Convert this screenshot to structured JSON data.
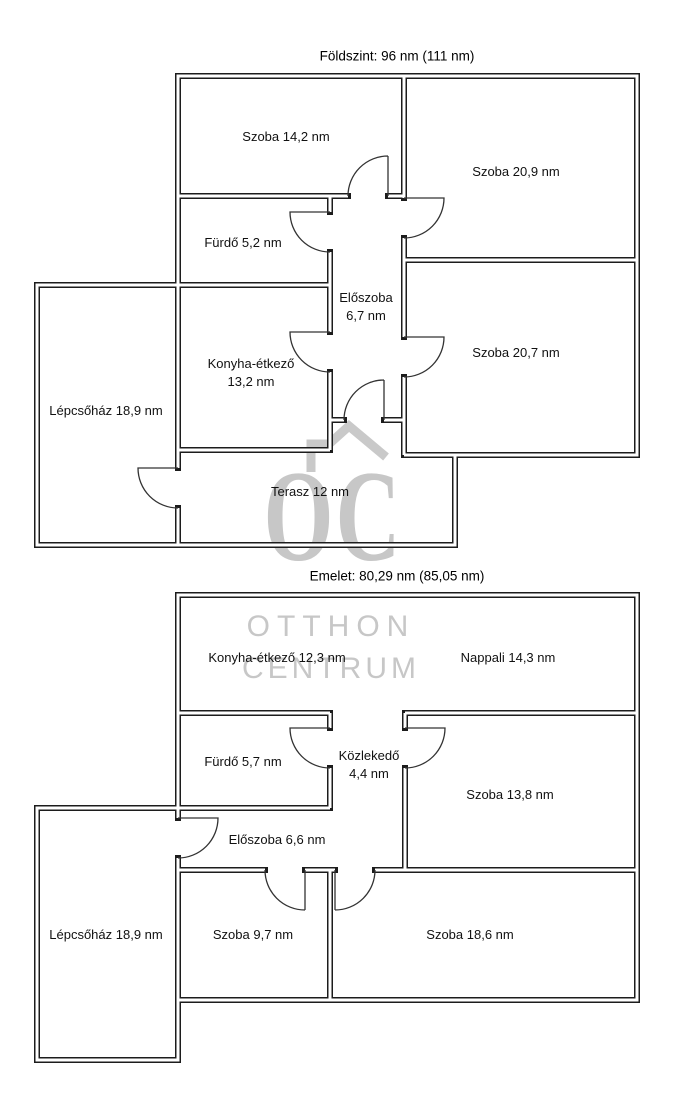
{
  "watermark": {
    "oc": "OC",
    "brand_line1": "OTTHON",
    "brand_line2": "CENTRUM",
    "color": "#c7c7c7"
  },
  "ground_floor": {
    "title": "Földszint: 96 nm (111 nm)",
    "rooms": {
      "szoba_14_2": "Szoba 14,2 nm",
      "szoba_20_9": "Szoba 20,9 nm",
      "furdo": "Fürdő 5,2 nm",
      "eloszoba_name": "Előszoba",
      "eloszoba_area": "6,7 nm",
      "szoba_20_7": "Szoba 20,7 nm",
      "konyha_name": "Konyha-étkező",
      "konyha_area": "13,2 nm",
      "lepcsohaz": "Lépcsőház 18,9 nm",
      "terasz": "Terasz 12 nm"
    }
  },
  "upper_floor": {
    "title": "Emelet: 80,29 nm (85,05 nm)",
    "rooms": {
      "konyha_etkezo": "Konyha-étkező 12,3 nm",
      "nappali": "Nappali 14,3 nm",
      "furdo": "Fürdő 5,7 nm",
      "kozlekedo_name": "Közlekedő",
      "kozlekedo_area": "4,4 nm",
      "szoba_13_8": "Szoba 13,8 nm",
      "eloszoba": "Előszoba 6,6 nm",
      "lepcsohaz": "Lépcsőház 18,9 nm",
      "szoba_9_7": "Szoba 9,7 nm",
      "szoba_18_6": "Szoba 18,6 nm"
    }
  }
}
